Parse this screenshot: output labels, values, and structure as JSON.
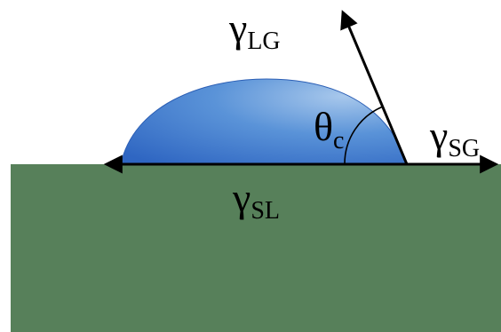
{
  "diagram": {
    "title": "",
    "colors": {
      "background": "#ffffff",
      "substrate": "#57805a",
      "droplet_light": "#a8c8ec",
      "droplet_mid": "#5a93d8",
      "droplet_dark": "#2f66c2",
      "vectors": "#000000"
    },
    "labels": {
      "gamma_lg": {
        "symbol": "γ",
        "subscript": "LG"
      },
      "gamma_sg": {
        "symbol": "γ",
        "subscript": "SG"
      },
      "gamma_sl": {
        "symbol": "γ",
        "subscript": "SL"
      },
      "theta_c": {
        "symbol": "θ",
        "subscript": "c"
      }
    }
  }
}
